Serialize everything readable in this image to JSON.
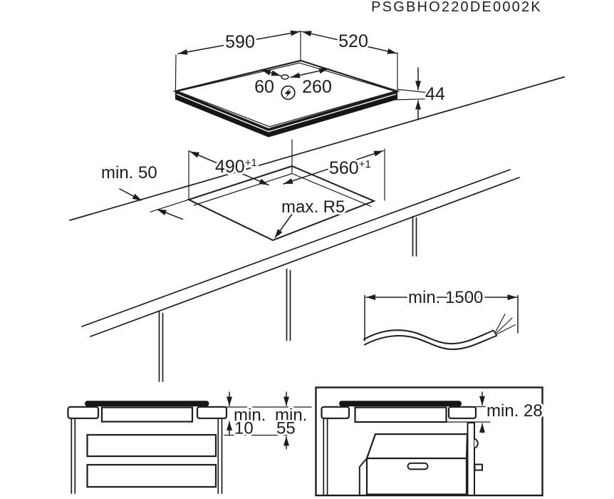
{
  "title": "PSGBHO220DE0002K",
  "colors": {
    "line": "#1d1d1d",
    "background": "#ffffff"
  },
  "icons": {
    "power": "lightning-bolt-in-circle-icon"
  },
  "top_view": {
    "width": "590",
    "depth": "520",
    "power_offset_left": "60",
    "power_offset_right": "260",
    "height": "44"
  },
  "cutout_view": {
    "cutout_depth": "490",
    "cutout_depth_tolerance": "+1",
    "cutout_width": "560",
    "cutout_width_tolerance": "+1",
    "rear_clearance": "min. 50",
    "corner_radius": "max. R5"
  },
  "cable": {
    "length": "min. 1500"
  },
  "drawer_section": {
    "gap_hob_label": "min.",
    "gap_hob_value": "10",
    "gap_top_label": "min.",
    "gap_top_value": "55"
  },
  "oven_section": {
    "clearance": "min. 28"
  }
}
